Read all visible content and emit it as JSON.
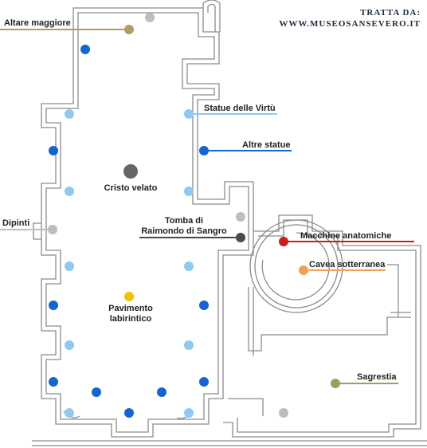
{
  "source": {
    "line1": "TRATTA DA:",
    "line2": "WWW.MUSEOSANSEVERO.IT"
  },
  "colors": {
    "wall": "#8c8c8c",
    "altare": "#b4996a",
    "statue_virtu": "#8fc9ef",
    "altre_statue": "#1565d0",
    "cristo": "#666666",
    "dipinti": "#bdbdbd",
    "tomba": "#4a4a4a",
    "macchine": "#c81e1e",
    "cavea": "#f0a050",
    "pavimento": "#f2c200",
    "sagrestia": "#8aa860"
  },
  "labels": {
    "altare": "Altare maggiore",
    "statue_virtu": "Statue delle Virtù",
    "altre_statue": "Altre statue",
    "cristo": "Cristo velato",
    "dipinti": "Dipinti",
    "tomba_line1": "Tomba di",
    "tomba_line2": "Raimondo di Sangro",
    "macchine": "Macchine anatomiche",
    "cavea": "Cavea sotterranea",
    "pavimento_line1": "Pavimento",
    "pavimento_line2": "labirintico",
    "sagrestia": "Sagrestia"
  }
}
